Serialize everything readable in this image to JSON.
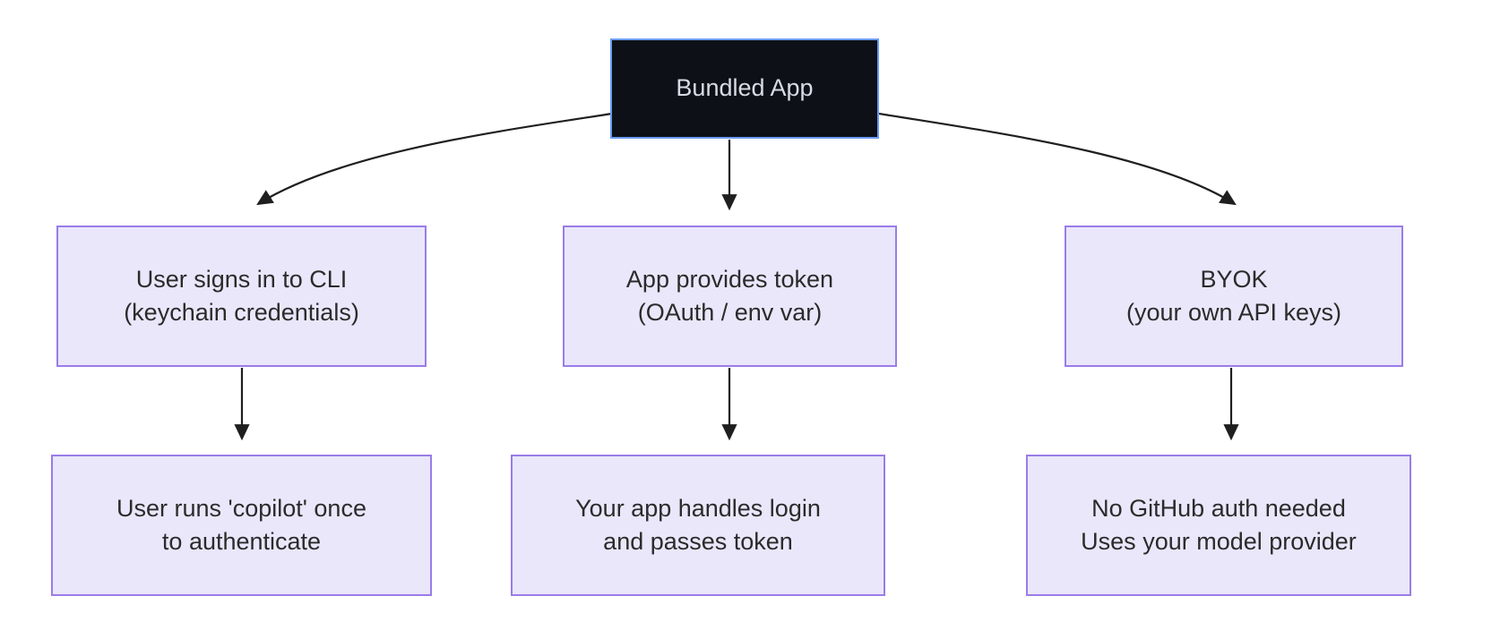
{
  "diagram": {
    "type": "flowchart",
    "direction": "top-down",
    "background": "#ffffff",
    "colors": {
      "root_fill": "#0d1117",
      "root_border": "#6a9bf4",
      "root_text": "#d7dbe3",
      "process_fill": "#eae7fb",
      "process_border": "#9a7ce8",
      "process_text": "#2b2b2b",
      "edge": "#1f1f1f"
    },
    "root": {
      "id": "bundled-app",
      "label": "Bundled App"
    },
    "branches": [
      {
        "id": "cli-signin",
        "option": {
          "id": "user-signs-in-to-cli",
          "line1": "User signs in to CLI",
          "line2": "(keychain credentials)"
        },
        "outcome": {
          "id": "user-runs-copilot-once",
          "line1": "User runs 'copilot' once",
          "line2": "to authenticate"
        }
      },
      {
        "id": "app-token",
        "option": {
          "id": "app-provides-token",
          "line1": "App provides token",
          "line2": "(OAuth / env var)"
        },
        "outcome": {
          "id": "your-app-handles-login",
          "line1": "Your app handles login",
          "line2": "and passes token"
        }
      },
      {
        "id": "byok",
        "option": {
          "id": "byok",
          "line1": "BYOK",
          "line2": "(your own API keys)"
        },
        "outcome": {
          "id": "no-github-auth-needed",
          "line1": "No GitHub auth needed",
          "line2": "Uses your model provider"
        }
      }
    ],
    "edges": [
      {
        "id": "edge-root-to-cli",
        "from": "bundled-app",
        "to": "user-signs-in-to-cli",
        "style": "curved",
        "arrow": "filled-triangle"
      },
      {
        "id": "edge-root-to-token",
        "from": "bundled-app",
        "to": "app-provides-token",
        "style": "straight",
        "arrow": "filled-triangle"
      },
      {
        "id": "edge-root-to-byok",
        "from": "bundled-app",
        "to": "byok",
        "style": "curved",
        "arrow": "filled-triangle"
      },
      {
        "id": "edge-cli-to-run",
        "from": "user-signs-in-to-cli",
        "to": "user-runs-copilot-once",
        "style": "straight",
        "arrow": "filled-triangle"
      },
      {
        "id": "edge-token-to-app",
        "from": "app-provides-token",
        "to": "your-app-handles-login",
        "style": "straight",
        "arrow": "filled-triangle"
      },
      {
        "id": "edge-byok-to-none",
        "from": "byok",
        "to": "no-github-auth-needed",
        "style": "straight",
        "arrow": "filled-triangle"
      }
    ]
  }
}
